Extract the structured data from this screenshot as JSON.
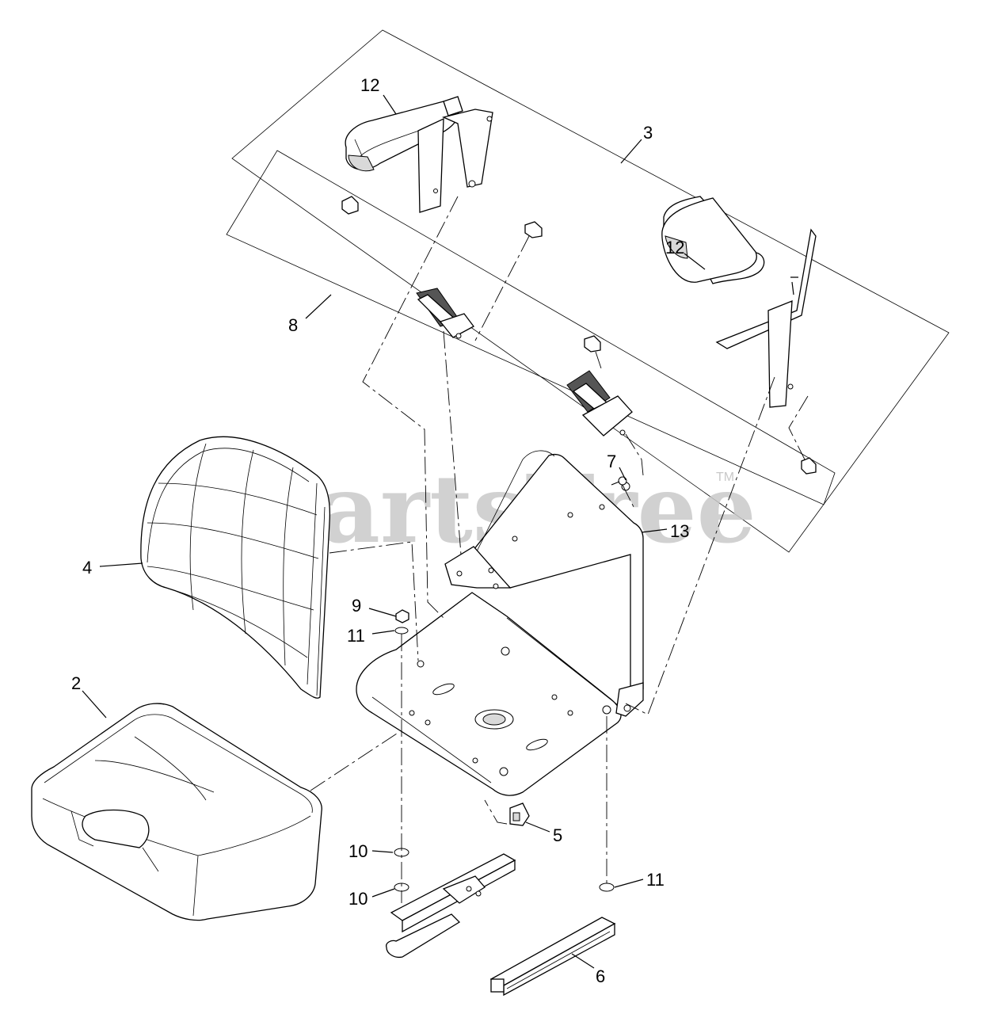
{
  "watermark": {
    "text": "PartsTree",
    "trademark": "TM"
  },
  "callouts": [
    "2",
    "3",
    "4",
    "5",
    "6",
    "7",
    "8",
    "9",
    "10",
    "10",
    "11",
    "11",
    "12",
    "12",
    "13"
  ],
  "colors": {
    "line": "#000000",
    "watermark": "#c9c9c9",
    "background": "#ffffff"
  }
}
